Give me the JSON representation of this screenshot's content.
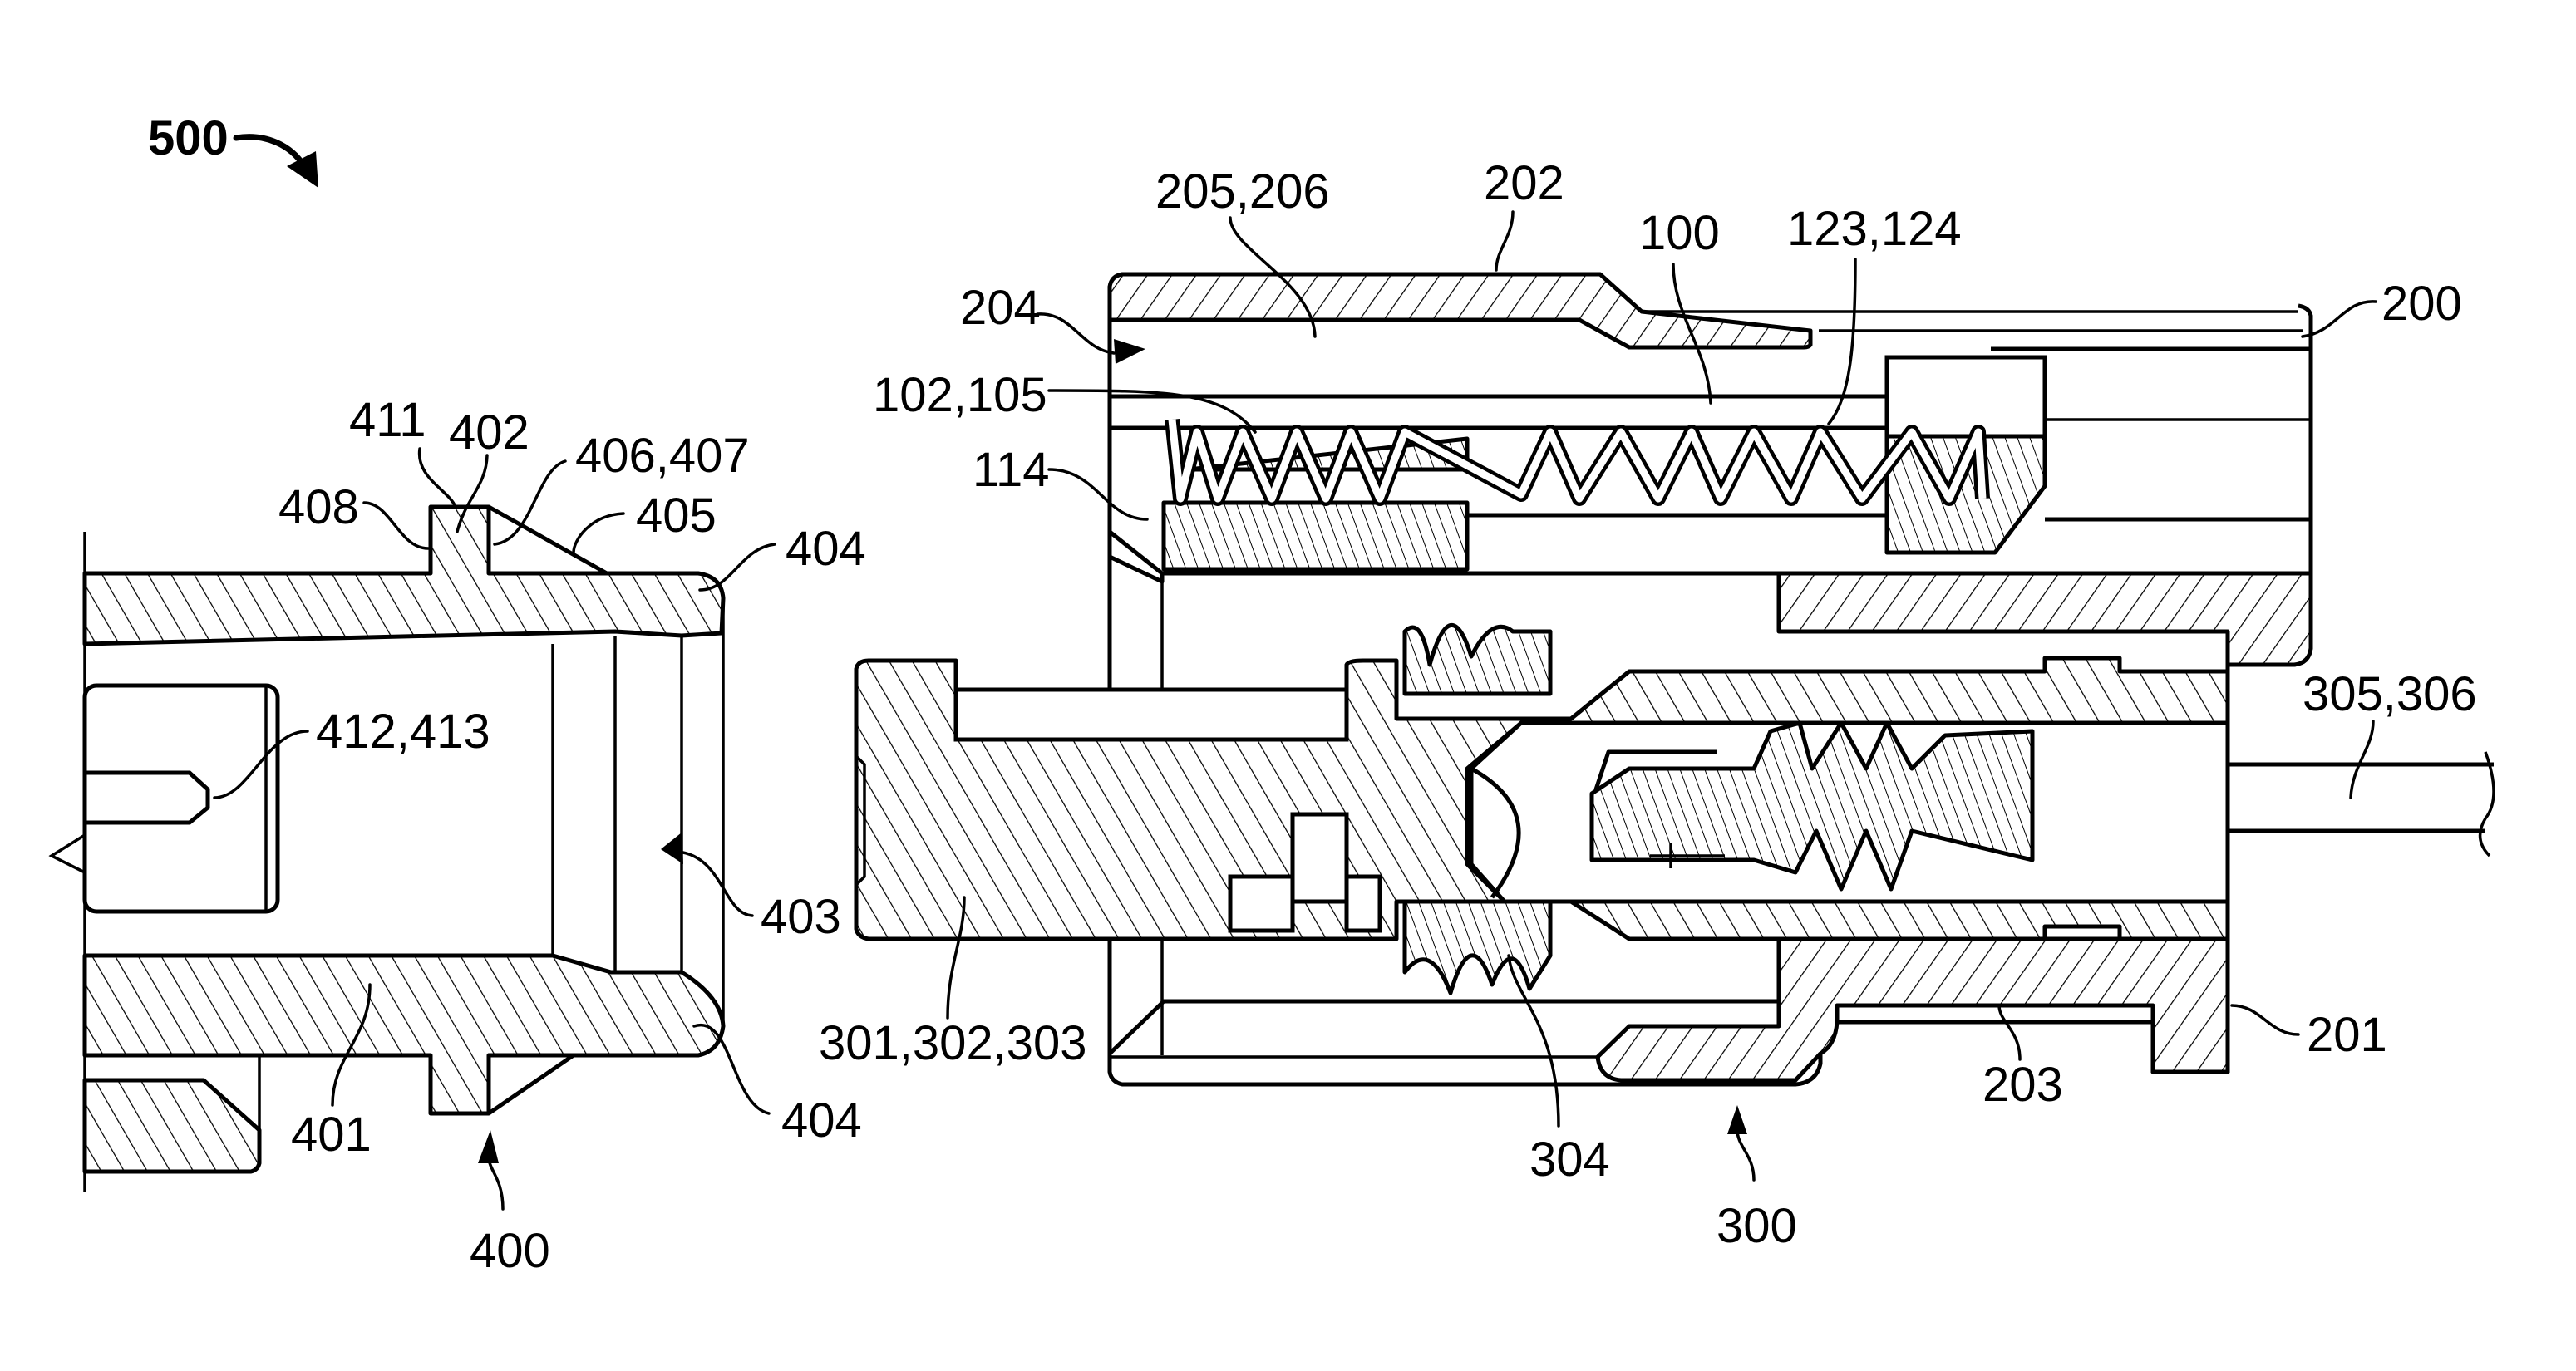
{
  "figure": {
    "type": "patent cross-section drawing",
    "assembly_label": "500",
    "components": {
      "plug_connector": "400",
      "mating_assembly": "300"
    },
    "labels": [
      {
        "id": "l500",
        "text": "500"
      },
      {
        "id": "l411",
        "text": "411"
      },
      {
        "id": "l402",
        "text": "402"
      },
      {
        "id": "l406",
        "text": "406,407"
      },
      {
        "id": "l408",
        "text": "408"
      },
      {
        "id": "l405",
        "text": "405"
      },
      {
        "id": "l404a",
        "text": "404"
      },
      {
        "id": "l412",
        "text": "412,413"
      },
      {
        "id": "l403",
        "text": "403"
      },
      {
        "id": "l401",
        "text": "401"
      },
      {
        "id": "l404b",
        "text": "404"
      },
      {
        "id": "l400",
        "text": "400"
      },
      {
        "id": "l20506",
        "text": "205,206"
      },
      {
        "id": "l202",
        "text": "202"
      },
      {
        "id": "l204",
        "text": "204"
      },
      {
        "id": "l100",
        "text": "100"
      },
      {
        "id": "l123",
        "text": "123,124"
      },
      {
        "id": "l200",
        "text": "200"
      },
      {
        "id": "l102",
        "text": "102,105"
      },
      {
        "id": "l114",
        "text": "114"
      },
      {
        "id": "l305",
        "text": "305,306"
      },
      {
        "id": "l301",
        "text": "301,302,303"
      },
      {
        "id": "l304",
        "text": "304"
      },
      {
        "id": "l203",
        "text": "203"
      },
      {
        "id": "l201",
        "text": "201"
      },
      {
        "id": "l300",
        "text": "300"
      }
    ]
  }
}
